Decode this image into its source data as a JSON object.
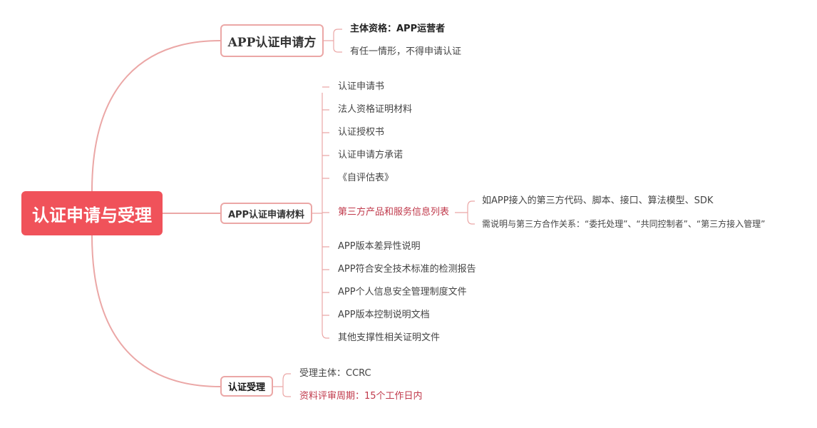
{
  "root": {
    "label": "认证申请与受理"
  },
  "branches": {
    "applicant": {
      "label": "APP认证申请方",
      "items": [
        {
          "label": "主体资格：APP运营者",
          "style": "bold"
        },
        {
          "label": "有任一情形，不得申请认证",
          "style": "normal"
        }
      ]
    },
    "materials": {
      "label": "APP认证申请材料",
      "items": [
        {
          "label": "认证申请书"
        },
        {
          "label": "法人资格证明材料"
        },
        {
          "label": "认证授权书"
        },
        {
          "label": "认证申请方承诺"
        },
        {
          "label": "《自评估表》"
        },
        {
          "label": "第三方产品和服务信息列表",
          "style": "red"
        },
        {
          "label": "APP版本差异性说明"
        },
        {
          "label": "APP符合安全技术标准的检测报告"
        },
        {
          "label": "APP个人信息安全管理制度文件"
        },
        {
          "label": "APP版本控制说明文档"
        },
        {
          "label": "其他支撑性相关证明文件"
        }
      ],
      "third_party_details": [
        {
          "label": "如APP接入的第三方代码、脚本、接口、算法模型、SDK"
        },
        {
          "label": "需说明与第三方合作关系：“委托处理”、“共同控制者”、“第三方接入管理”"
        }
      ]
    },
    "acceptance": {
      "label": "认证受理",
      "items": [
        {
          "label": "受理主体：CCRC",
          "style": "normal"
        },
        {
          "label": "资料评审周期：15个工作日内",
          "style": "red"
        }
      ]
    }
  },
  "colors": {
    "root_fill": "#f0525a",
    "connector": "#eba7a6",
    "highlight_text": "#c0394b"
  }
}
